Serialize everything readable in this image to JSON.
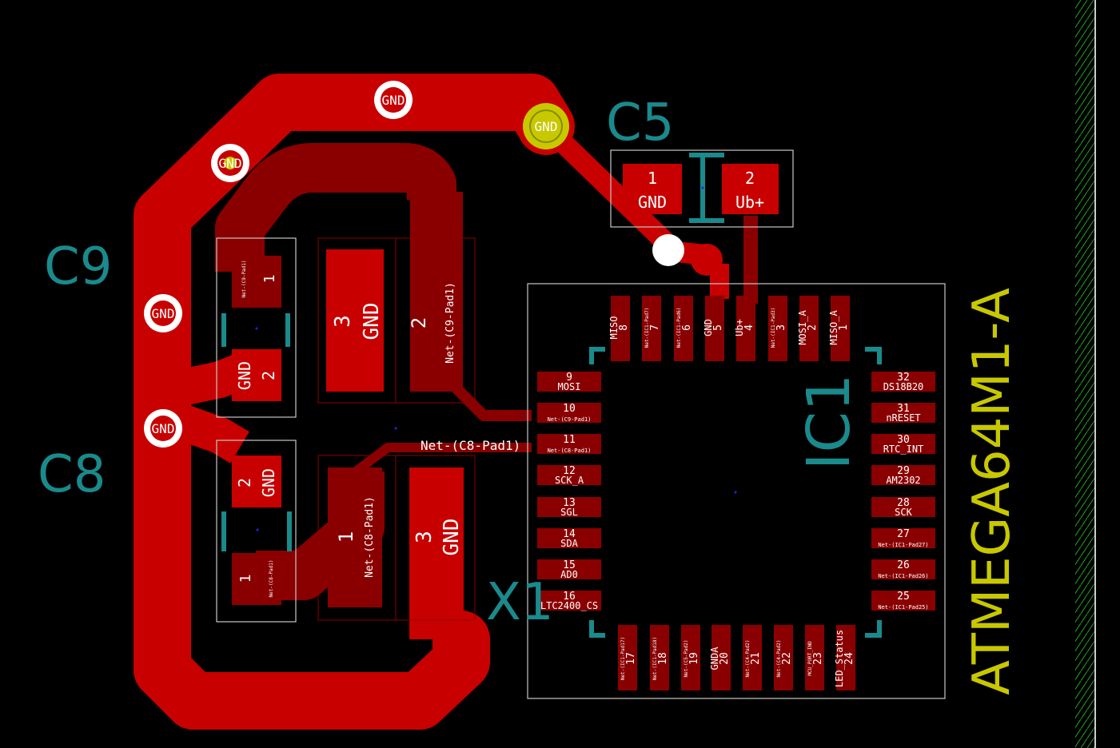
{
  "colors": {
    "background": "#000000",
    "copper_front": "#c80000",
    "copper_back": "#8a0000",
    "silkscreen_ref": "#1a8a8c",
    "fab_value": "#c8c800",
    "courtyard": "#c8c8c8",
    "pad_text": "#ffffff",
    "edge_hatch": "#22aa22"
  },
  "references": {
    "c5": "C5",
    "c9": "C9",
    "c8": "C8",
    "x1": "X1",
    "ic1": "IC1"
  },
  "values": {
    "ic1": "ATMEGA64M1-A"
  },
  "net_labels": {
    "c8_pad1_trace": "Net-(C8-Pad1)"
  },
  "vias": [
    "GND",
    "GND",
    "GND",
    "GND",
    "GND"
  ],
  "c5_pads": [
    {
      "num": "1",
      "net": "GND"
    },
    {
      "num": "2",
      "net": "Ub+"
    }
  ],
  "c9_pads": [
    {
      "num": "1",
      "net": "Net-(C9-Pad1)"
    },
    {
      "num": "2",
      "net": "GND"
    }
  ],
  "c8_pads": [
    {
      "num": "2",
      "net": "GND"
    },
    {
      "num": "1",
      "net": "Net-(C8-Pad1)"
    }
  ],
  "x1_pads": [
    {
      "num": "3",
      "net": "GND"
    },
    {
      "num": "2",
      "net": "Net-(C9-Pad1)"
    },
    {
      "num": "1",
      "net": "Net-(C8-Pad1)"
    },
    {
      "num": "3",
      "net": "GND"
    }
  ],
  "ic1_top_pins": [
    {
      "num": "8",
      "net": "MISO"
    },
    {
      "num": "7",
      "net": "Net-(IC1-Pad7)"
    },
    {
      "num": "6",
      "net": "Net-(IC1-Pad6)"
    },
    {
      "num": "5",
      "net": "GND"
    },
    {
      "num": "4",
      "net": "Ub+"
    },
    {
      "num": "3",
      "net": "Net-(IC1-Pad3)"
    },
    {
      "num": "2",
      "net": "MOSI_A"
    },
    {
      "num": "1",
      "net": "MISO_A"
    }
  ],
  "ic1_left_pins": [
    {
      "num": "9",
      "net": "MOSI"
    },
    {
      "num": "10",
      "net": "Net-(C9-Pad1)"
    },
    {
      "num": "11",
      "net": "Net-(C8-Pad1)"
    },
    {
      "num": "12",
      "net": "SCK_A"
    },
    {
      "num": "13",
      "net": "SGL"
    },
    {
      "num": "14",
      "net": "SDA"
    },
    {
      "num": "15",
      "net": "AD0"
    },
    {
      "num": "16",
      "net": "LTC2400_CS"
    }
  ],
  "ic1_bottom_pins": [
    {
      "num": "17",
      "net": "Net-(IC1-Pad17)"
    },
    {
      "num": "18",
      "net": "Net-(IC1-Pad18)"
    },
    {
      "num": "19",
      "net": "Net-(C5-Pad2)"
    },
    {
      "num": "20",
      "net": "GNDA"
    },
    {
      "num": "21",
      "net": "Net-(C4-Pad2)"
    },
    {
      "num": "22",
      "net": "Net-(C4-Pad2)"
    },
    {
      "num": "23",
      "net": "MCU_PORT_IND"
    },
    {
      "num": "24",
      "net": "LED_Status"
    }
  ],
  "ic1_right_pins": [
    {
      "num": "32",
      "net": "DS18B20"
    },
    {
      "num": "31",
      "net": "nRESET"
    },
    {
      "num": "30",
      "net": "RTC_INT"
    },
    {
      "num": "29",
      "net": "AM2302"
    },
    {
      "num": "28",
      "net": "SCK"
    },
    {
      "num": "27",
      "net": "Net-(IC1-Pad27)"
    },
    {
      "num": "26",
      "net": "Net-(IC1-Pad26)"
    },
    {
      "num": "25",
      "net": "Net-(IC1-Pad25)"
    }
  ]
}
